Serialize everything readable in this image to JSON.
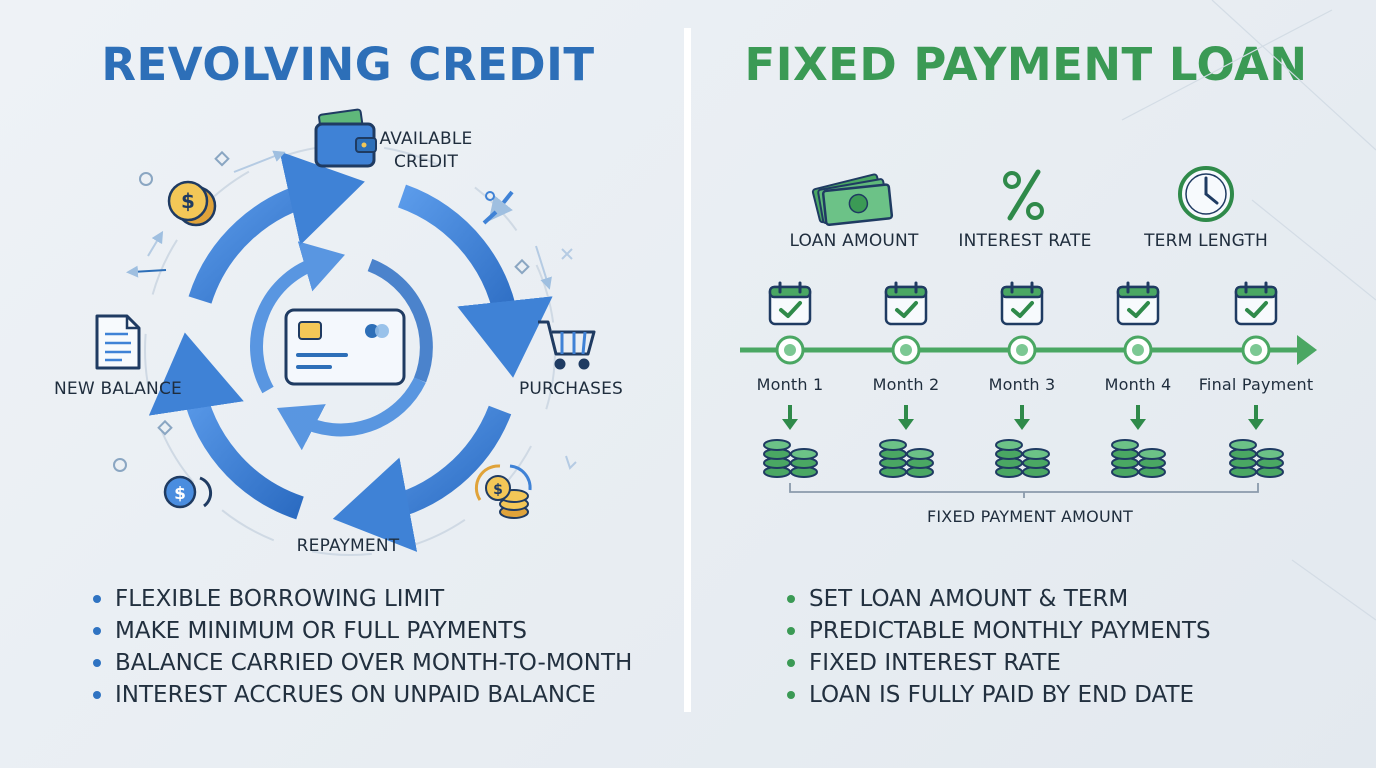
{
  "left": {
    "title": "REVOLVING CREDIT",
    "labels": {
      "available_credit_line1": "AVAILABLE",
      "available_credit_line2": "CREDIT",
      "purchases": "PURCHASES",
      "repayment": "REPAYMENT",
      "new_balance": "NEW BALANCE"
    },
    "bullets": [
      "FLEXIBLE BORROWING LIMIT",
      "MAKE MINIMUM OR FULL PAYMENTS",
      "BALANCE CARRIED OVER MONTH-TO-MONTH",
      "INTEREST ACCRUES ON UNPAID BALANCE"
    ],
    "accent_color": "#2d6fb8"
  },
  "right": {
    "title": "FIXED PAYMENT LOAN",
    "inputs": {
      "loan_amount": "LOAN AMOUNT",
      "interest_rate": "INTEREST RATE",
      "term_length": "TERM LENGTH"
    },
    "timeline": [
      "Month 1",
      "Month 2",
      "Month 3",
      "Month 4",
      "Final Payment"
    ],
    "fixed_payment_label": "FIXED PAYMENT AMOUNT",
    "bullets": [
      "SET LOAN AMOUNT & TERM",
      "PREDICTABLE MONTHLY PAYMENTS",
      "FIXED INTEREST RATE",
      "LOAN IS FULLY PAID BY END DATE"
    ],
    "accent_color": "#3b9a55"
  },
  "icons": {
    "wallet": "wallet-icon",
    "coins": "coin-stack-icon",
    "cart": "shopping-cart-icon",
    "document": "document-icon",
    "card": "credit-card-icon",
    "cash": "cash-icon",
    "percent": "percent-icon",
    "clock": "clock-icon",
    "calendar": "calendar-check-icon"
  }
}
